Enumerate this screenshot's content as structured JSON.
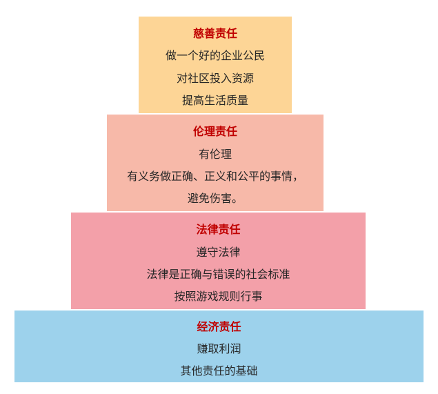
{
  "pyramid": {
    "tiers": [
      {
        "title": "慈善责任",
        "lines": [
          "做一个好的企业公民",
          "对社区投入资源",
          "提高生活质量"
        ],
        "color": "#fdd596"
      },
      {
        "title": "伦理责任",
        "lines": [
          "有伦理",
          "有义务做正确、正义和公平的事情，",
          "避免伤害。"
        ],
        "color": "#f7b9a9"
      },
      {
        "title": "法律责任",
        "lines": [
          "遵守法律",
          "法律是正确与错误的社会标准",
          "按照游戏规则行事"
        ],
        "color": "#f3a0a9"
      },
      {
        "title": "经济责任",
        "lines": [
          "赚取利润",
          "其他责任的基础"
        ],
        "color": "#9dd2ec"
      }
    ],
    "title_color": "#c00000",
    "text_color": "#262626"
  }
}
